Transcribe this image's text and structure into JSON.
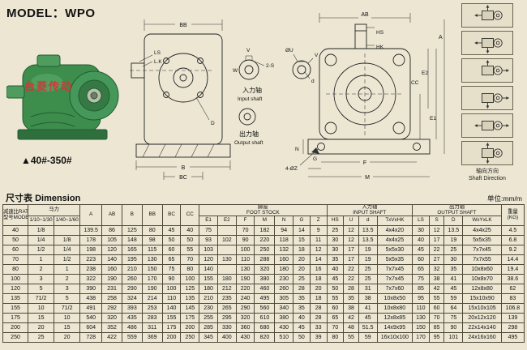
{
  "header": {
    "model_label": "MODEL：WPO",
    "range_label": "▲40#-350#",
    "watermark": "台菱传动"
  },
  "drawings": {
    "front": {
      "bb": "BB",
      "ls": "LS",
      "lk": "L.K",
      "b": "B",
      "bc": "BC",
      "d": "D"
    },
    "section": {
      "v": "V",
      "w": "W",
      "s2": "2-S",
      "input_zh": "入力轴",
      "input_en": "Input shaft",
      "output_zh": "出力轴",
      "output_en": "Output shaft"
    },
    "plan": {
      "ab": "AB",
      "a": "A",
      "hs": "HS",
      "hk": "HK",
      "u": "ØU",
      "v": "V",
      "d": "d",
      "e1": "E1",
      "e2": "E2",
      "cc": "CC",
      "f": "F",
      "m": "M",
      "g": "G",
      "n": "N",
      "z4": "4-ØZ"
    },
    "shaft_direction_zh": "轴向方向",
    "shaft_direction_en": "Shaft Direction"
  },
  "table": {
    "title_zh": "尺寸表",
    "title_en": "Dimension",
    "unit": "单位:mm/m",
    "head": {
      "ratio_label": "减速比RATIO",
      "model_label": "型号MODEL",
      "hp_label": "马力",
      "hp_cols": [
        "1/10~1/30",
        "1/40~1/60"
      ],
      "dims": [
        "A",
        "AB",
        "B",
        "BB",
        "BC",
        "CC"
      ],
      "foot_zh": "脚座",
      "foot_en": "FOOT STOCK",
      "foot_cols": [
        "E1",
        "E2",
        "F",
        "M",
        "N",
        "G",
        "Z"
      ],
      "input_zh": "入力轴",
      "input_en": "INPUT SHAFT",
      "input_cols": [
        "HS",
        "U",
        "d",
        "TxVxHK"
      ],
      "output_zh": "出力轴",
      "output_en": "OUTPUT SHAFT",
      "output_cols": [
        "LS",
        "S",
        "D",
        "WxYxLK"
      ],
      "weight_zh": "重量",
      "weight_unit": "(KG)"
    },
    "rows": [
      [
        "40",
        "1/8",
        "",
        "139.5",
        "86",
        "125",
        "80",
        "45",
        "40",
        "75",
        "",
        "70",
        "182",
        "94",
        "14",
        "9",
        "25",
        "12",
        "13.5",
        "4x4x20",
        "30",
        "12",
        "13.5",
        "4x4x25",
        "4.5"
      ],
      [
        "50",
        "1/4",
        "1/8",
        "178",
        "105",
        "148",
        "98",
        "50",
        "50",
        "93",
        "102",
        "90",
        "220",
        "118",
        "15",
        "11",
        "30",
        "12",
        "13.5",
        "4x4x25",
        "40",
        "17",
        "19",
        "5x5x35",
        "6.8"
      ],
      [
        "60",
        "1/2",
        "1/4",
        "198",
        "120",
        "165",
        "115",
        "60",
        "55",
        "103",
        "",
        "100",
        "250",
        "132",
        "18",
        "12",
        "30",
        "17",
        "19",
        "5x5x30",
        "45",
        "22",
        "25",
        "7x7x45",
        "9.2"
      ],
      [
        "70",
        "1",
        "1/2",
        "223",
        "140",
        "195",
        "130",
        "65",
        "70",
        "120",
        "130",
        "110",
        "288",
        "160",
        "20",
        "14",
        "35",
        "17",
        "19",
        "5x5x35",
        "60",
        "27",
        "30",
        "7x7x55",
        "14.4"
      ],
      [
        "80",
        "2",
        "1",
        "238",
        "160",
        "210",
        "150",
        "75",
        "80",
        "140",
        "",
        "130",
        "320",
        "180",
        "20",
        "16",
        "40",
        "22",
        "25",
        "7x7x45",
        "65",
        "32",
        "35",
        "10x8x60",
        "19.4"
      ],
      [
        "100",
        "3",
        "2",
        "322",
        "190",
        "260",
        "170",
        "90",
        "100",
        "155",
        "180",
        "190",
        "380",
        "230",
        "25",
        "18",
        "45",
        "22",
        "25",
        "7x7x45",
        "75",
        "38",
        "41",
        "10x8x70",
        "38.6"
      ],
      [
        "120",
        "5",
        "3",
        "390",
        "231",
        "290",
        "190",
        "100",
        "125",
        "180",
        "212",
        "220",
        "460",
        "260",
        "28",
        "20",
        "50",
        "28",
        "31",
        "7x7x60",
        "85",
        "42",
        "45",
        "12x8x80",
        "62"
      ],
      [
        "135",
        "71/2",
        "5",
        "438",
        "258",
        "324",
        "214",
        "110",
        "135",
        "210",
        "235",
        "240",
        "495",
        "305",
        "35",
        "18",
        "55",
        "35",
        "38",
        "10x8x50",
        "95",
        "55",
        "59",
        "15x10x90",
        "83"
      ],
      [
        "155",
        "10",
        "71/2",
        "491",
        "292",
        "393",
        "253",
        "140",
        "145",
        "230",
        "265",
        "290",
        "560",
        "340",
        "35",
        "28",
        "60",
        "38",
        "41",
        "10x8x80",
        "110",
        "60",
        "64",
        "15x10x105",
        "106.8"
      ],
      [
        "175",
        "15",
        "10",
        "540",
        "320",
        "435",
        "283",
        "155",
        "175",
        "255",
        "295",
        "320",
        "610",
        "380",
        "40",
        "28",
        "65",
        "42",
        "45",
        "12x8x85",
        "130",
        "70",
        "75",
        "20x12x120",
        "139"
      ],
      [
        "200",
        "20",
        "15",
        "604",
        "352",
        "486",
        "311",
        "175",
        "200",
        "285",
        "330",
        "360",
        "680",
        "430",
        "45",
        "33",
        "70",
        "48",
        "51.5",
        "14x9x95",
        "150",
        "85",
        "90",
        "22x14x140",
        "298"
      ],
      [
        "250",
        "25",
        "20",
        "728",
        "422",
        "559",
        "369",
        "200",
        "250",
        "345",
        "400",
        "430",
        "820",
        "510",
        "50",
        "39",
        "80",
        "55",
        "59",
        "16x10x100",
        "170",
        "95",
        "101",
        "24x16x160",
        "495"
      ]
    ]
  }
}
